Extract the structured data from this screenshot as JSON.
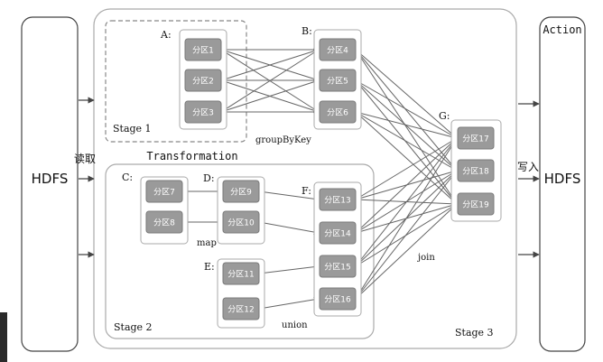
{
  "hdfs_left": "HDFS",
  "hdfs_right": "HDFS",
  "action_label": "Action",
  "read_label": "读取",
  "write_label": "写入",
  "transformation_label": "Transformation",
  "stage1_label": "Stage 1",
  "stage2_label": "Stage 2",
  "stage3_label": "Stage 3",
  "op_groupbykey": "groupByKey",
  "op_map": "map",
  "op_union": "union",
  "op_join": "join",
  "rdd_letters": [
    "A:",
    "B:",
    "C:",
    "D:",
    "E:",
    "F:",
    "G:"
  ],
  "partitions": {
    "A": [
      "分区1",
      "分区2",
      "分区3"
    ],
    "B": [
      "分区4",
      "分区5",
      "分区6"
    ],
    "C": [
      "分区7",
      "分区8"
    ],
    "D": [
      "分区9",
      "分区10"
    ],
    "E": [
      "分区11",
      "分区12"
    ],
    "F": [
      "分区13",
      "分区14",
      "分区15",
      "分区16"
    ],
    "G": [
      "分区17",
      "分区18",
      "分区19"
    ]
  }
}
